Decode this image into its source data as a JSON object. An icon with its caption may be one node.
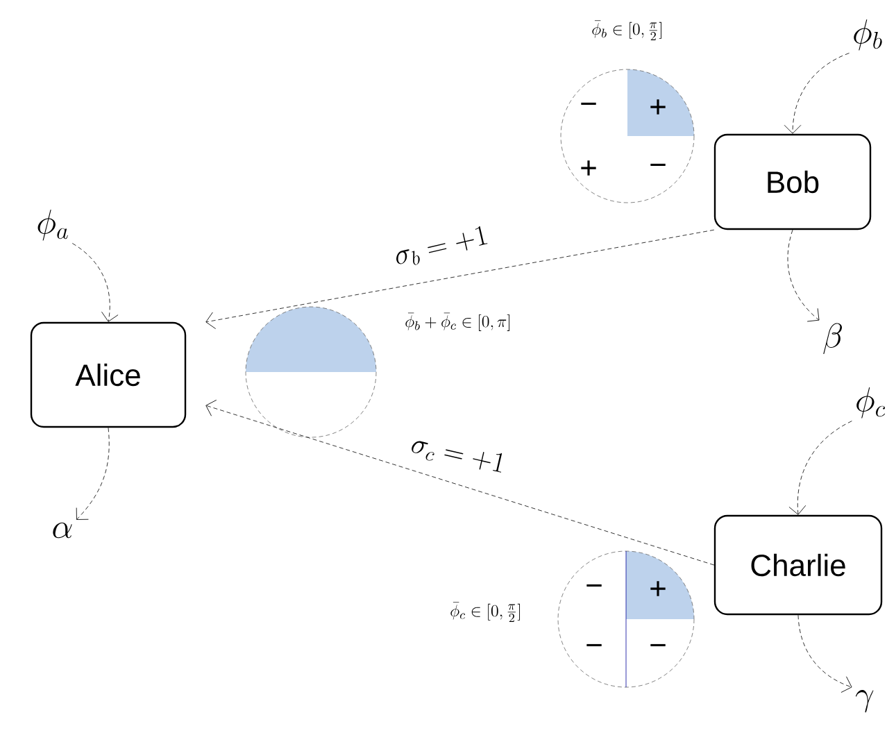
{
  "diagram": {
    "nodes": [
      {
        "text": [
          "Alice"
        ]
      },
      {
        "text": [
          "Bob"
        ]
      },
      {
        "text": [
          "Charlie"
        ]
      },
      {
        "text": [
          "\\phi_a"
        ]
      },
      {
        "text": [
          "\\alpha"
        ]
      },
      {
        "text": [
          "\\phi_b"
        ]
      },
      {
        "text": [
          "\\beta"
        ]
      },
      {
        "text": [
          "\\phi_c"
        ]
      },
      {
        "text": [
          "\\gamma"
        ]
      }
    ],
    "edges": [
      {
        "from": 3,
        "to": 0,
        "arrow": "to"
      },
      {
        "from": 0,
        "to": 4,
        "arrow": "to"
      },
      {
        "from": 5,
        "to": 1,
        "arrow": "to"
      },
      {
        "from": 1,
        "to": 6,
        "arrow": "to"
      },
      {
        "from": 7,
        "to": 2,
        "arrow": "to"
      },
      {
        "from": 2,
        "to": 8,
        "arrow": "to"
      },
      {
        "from": 1,
        "to": 0,
        "arrow": "to",
        "label": "\\sigma_b = +1"
      },
      {
        "from": 2,
        "to": 0,
        "arrow": "to",
        "label": "\\sigma_c = +1"
      }
    ],
    "labels": [
      "\\bar{\\phi}_b \\in [0, \\frac{\\pi}{2}]",
      "−",
      "+",
      "+",
      "−",
      "\\bar{\\phi}_b + \\bar{\\phi}_c \\in [0, \\pi]",
      "\\bar{\\phi}_c \\in [0, \\frac{\\pi}{2}]",
      "−",
      "+",
      "−",
      "−"
    ]
  }
}
